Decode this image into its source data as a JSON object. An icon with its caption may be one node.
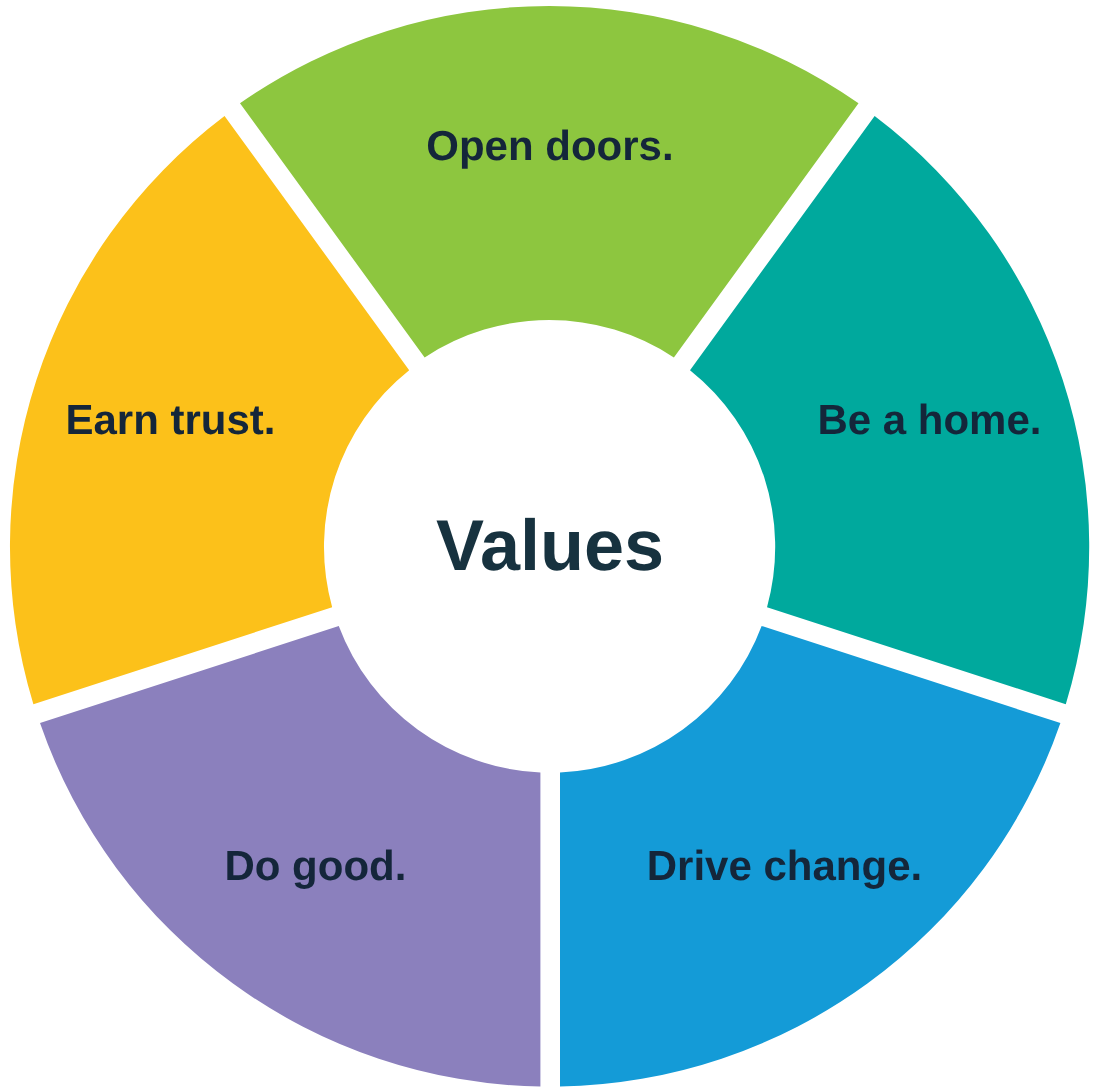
{
  "diagram": {
    "nodes": [
      {
        "text": [
          "Values"
        ]
      },
      {
        "text": [
          "Open doors."
        ]
      },
      {
        "text": [
          "Be a home."
        ]
      },
      {
        "text": [
          "Drive change."
        ]
      },
      {
        "text": [
          "Do good."
        ]
      },
      {
        "text": [
          "Earn trust."
        ]
      }
    ]
  }
}
